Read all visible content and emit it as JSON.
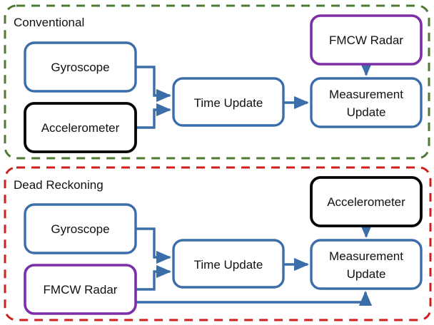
{
  "figure": {
    "title_visible": false,
    "colors": {
      "blue": "#3B6DA8",
      "blue_dark": "#2E5C9A",
      "purple": "#7B2FA8",
      "black": "#000000",
      "green_dashed": "#4E7A33",
      "red_dashed": "#D01E1E",
      "text": "#111111",
      "background": "#FFFFFF"
    }
  },
  "panels": [
    {
      "id": "conventional",
      "title": "Conventional",
      "border_color": "#4E7A33",
      "border_style": "dashed",
      "nodes": [
        {
          "id": "conv-gyroscope",
          "label": "Gyroscope",
          "color": "#3B6DA8"
        },
        {
          "id": "conv-accelerometer",
          "label": "Accelerometer",
          "color": "#000000"
        },
        {
          "id": "conv-time-update",
          "label": "Time Update",
          "color": "#3B6DA8"
        },
        {
          "id": "conv-fmcw-radar",
          "label": "FMCW Radar",
          "color": "#7B2FA8"
        },
        {
          "id": "conv-measurement-update",
          "label_line1": "Measurement",
          "label_line2": "Update",
          "color": "#3B6DA8"
        }
      ],
      "edges": [
        {
          "from": "conv-gyroscope",
          "to": "conv-time-update"
        },
        {
          "from": "conv-accelerometer",
          "to": "conv-time-update"
        },
        {
          "from": "conv-time-update",
          "to": "conv-measurement-update"
        },
        {
          "from": "conv-fmcw-radar",
          "to": "conv-measurement-update"
        }
      ]
    },
    {
      "id": "dead-reckoning",
      "title": "Dead Reckoning",
      "border_color": "#D01E1E",
      "border_style": "dashed",
      "nodes": [
        {
          "id": "dr-gyroscope",
          "label": "Gyroscope",
          "color": "#3B6DA8"
        },
        {
          "id": "dr-fmcw-radar",
          "label": "FMCW Radar",
          "color": "#7B2FA8"
        },
        {
          "id": "dr-time-update",
          "label": "Time Update",
          "color": "#3B6DA8"
        },
        {
          "id": "dr-accelerometer",
          "label": "Accelerometer",
          "color": "#000000"
        },
        {
          "id": "dr-measurement-update",
          "label_line1": "Measurement",
          "label_line2": "Update",
          "color": "#3B6DA8"
        }
      ],
      "edges": [
        {
          "from": "dr-gyroscope",
          "to": "dr-time-update"
        },
        {
          "from": "dr-fmcw-radar",
          "to": "dr-time-update"
        },
        {
          "from": "dr-time-update",
          "to": "dr-measurement-update"
        },
        {
          "from": "dr-accelerometer",
          "to": "dr-measurement-update"
        },
        {
          "from": "dr-fmcw-radar",
          "to": "dr-measurement-update"
        }
      ]
    }
  ]
}
